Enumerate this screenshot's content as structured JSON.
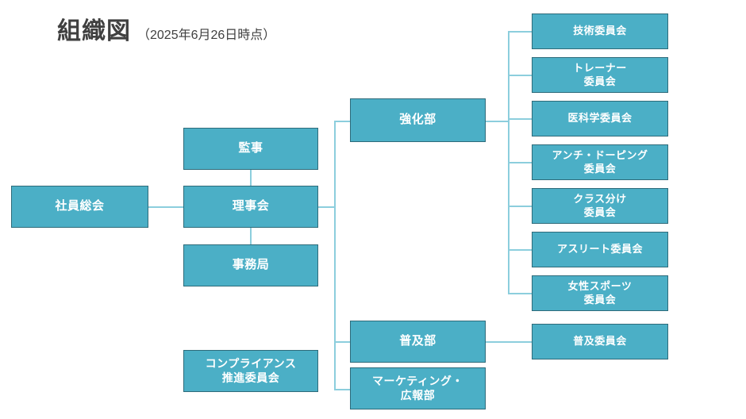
{
  "header": {
    "title": "組織図",
    "subtitle": "（2025年6月26日時点）"
  },
  "theme": {
    "box_fill": "#4BAFC6",
    "box_border": "#2E6B7A",
    "connector": "#8CCEDD",
    "text": "#ffffff",
    "title_color": "#404040",
    "background": "#ffffff"
  },
  "nodes": {
    "general_assembly": "社員総会",
    "auditor": "監事",
    "board": "理事会",
    "secretariat": "事務局",
    "compliance": "コンプライアンス\n推進委員会",
    "compliance_line1": "コンプライアンス",
    "compliance_line2": "推進委員会",
    "strengthening": "強化部",
    "promotion": "普及部",
    "marketing_line1": "マーケティング・",
    "marketing_line2": "広報部"
  },
  "committees": [
    {
      "line1": "技術委員会",
      "line2": ""
    },
    {
      "line1": "トレーナー",
      "line2": "委員会"
    },
    {
      "line1": "医科学委員会",
      "line2": ""
    },
    {
      "line1": "アンチ・ドーピング",
      "line2": "委員会"
    },
    {
      "line1": "クラス分け",
      "line2": "委員会"
    },
    {
      "line1": "アスリート委員会",
      "line2": ""
    },
    {
      "line1": "女性スポーツ",
      "line2": "委員会"
    }
  ],
  "promotion_committees": [
    {
      "line1": "普及委員会",
      "line2": ""
    }
  ]
}
